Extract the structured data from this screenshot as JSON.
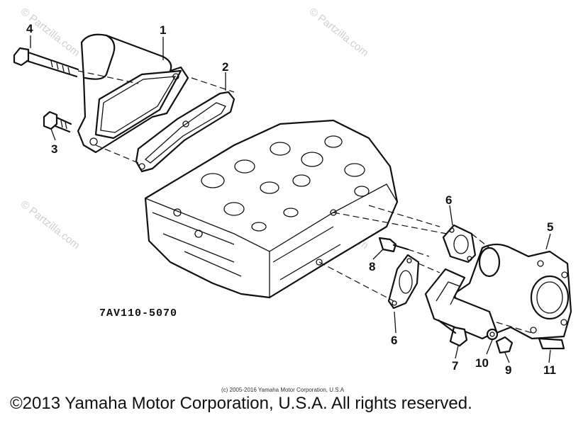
{
  "diagram": {
    "part_code": "7AV110-5070",
    "source_notice": "(c) 2005-2016 Yamaha Motor Corporation, U.S.A",
    "copyright": "©2013 Yamaha Motor Corporation, U.S.A. All rights reserved.",
    "watermark": "© Partzilla.com",
    "callouts": [
      {
        "id": "c1",
        "label": "1"
      },
      {
        "id": "c2",
        "label": "2"
      },
      {
        "id": "c3",
        "label": "3"
      },
      {
        "id": "c4",
        "label": "4"
      },
      {
        "id": "c5",
        "label": "5"
      },
      {
        "id": "c6a",
        "label": "6"
      },
      {
        "id": "c6b",
        "label": "6"
      },
      {
        "id": "c7",
        "label": "7"
      },
      {
        "id": "c8",
        "label": "8"
      },
      {
        "id": "c9",
        "label": "9"
      },
      {
        "id": "c10",
        "label": "10"
      },
      {
        "id": "c11",
        "label": "11"
      }
    ]
  }
}
